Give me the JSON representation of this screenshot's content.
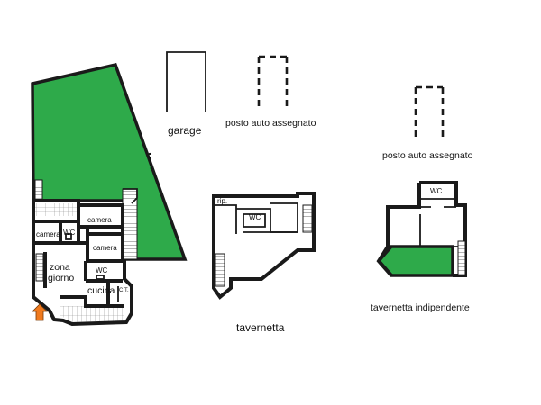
{
  "colors": {
    "garden_green": "#2eaa4a",
    "wall": "#1a1a1a",
    "entrance_arrow": "#f07a1e"
  },
  "icons": {
    "entrance": "entrance-arrow-icon"
  },
  "labels": {
    "garage": "garage",
    "posto_auto_1": "posto auto assegnato",
    "posto_auto_2": "posto auto assegnato",
    "tavernetta": "tavernetta",
    "tavernetta_indipendente": "tavernetta indipendente"
  },
  "apartment": {
    "rooms": {
      "camera_1": "camera",
      "camera_2": "camera",
      "camera_3": "camera",
      "wc_1": "WC",
      "wc_2": "WC",
      "zona_giorno_line1": "zona",
      "zona_giorno_line2": "giorno",
      "cucina": "cucina",
      "ct": "C.T."
    }
  },
  "tavernetta_plan": {
    "rip": "rip.",
    "wc": "WC"
  },
  "tavernetta_indipendente_plan": {
    "wc": "WC"
  }
}
